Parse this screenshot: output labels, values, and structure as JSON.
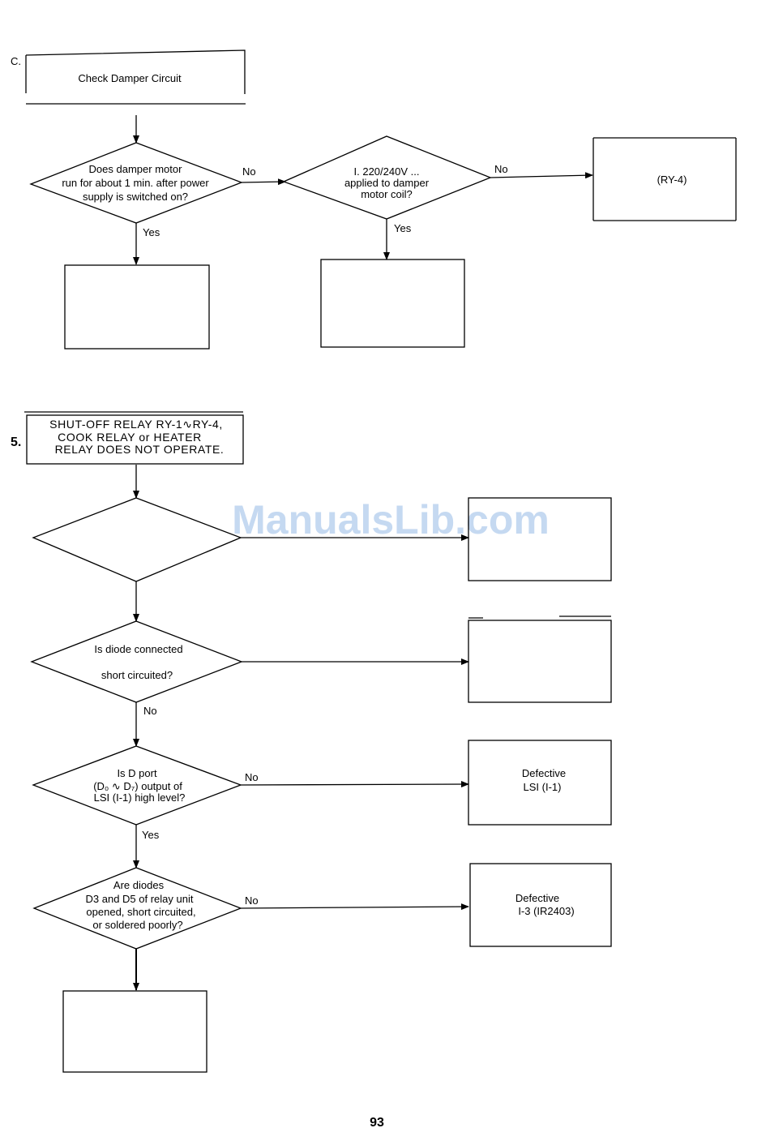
{
  "watermark": "ManualsLib.com",
  "page_number": "93",
  "section_c": {
    "label": "C.",
    "title": "Check Damper Circuit",
    "q1": [
      "Does damper motor",
      "run for about 1 min. after power",
      "supply is switched on?"
    ],
    "q1_no": "No",
    "q1_yes": "Yes",
    "q2": [
      "I. 220/240V ...",
      "applied to damper",
      "motor coil?"
    ],
    "q2_no": "No",
    "q2_yes": "Yes",
    "box_no": "(RY-4)"
  },
  "section_5": {
    "label": "5.",
    "title": [
      "SHUT-OFF RELAY RY-1∿RY-4,",
      "COOK RELAY or HEATER",
      "RELAY DOES NOT OPERATE."
    ],
    "q_diode": [
      "Is diode connected",
      "short circuited?"
    ],
    "q_diode_no": "No",
    "q_dport": [
      "Is D port",
      "(D₀ ∿ D₇) output of",
      "LSI (I-1) high level?"
    ],
    "q_dport_no": "No",
    "q_dport_yes": "Yes",
    "box_dport": [
      "Defective",
      "LSI (I-1)"
    ],
    "q_d3d5": [
      "Are diodes",
      "D3 and D5 of relay unit",
      "opened, short circuited,",
      "or soldered poorly?"
    ],
    "q_d3d5_no": "No",
    "box_d3d5": [
      "Defective",
      "I-3 (IR2403)"
    ]
  }
}
